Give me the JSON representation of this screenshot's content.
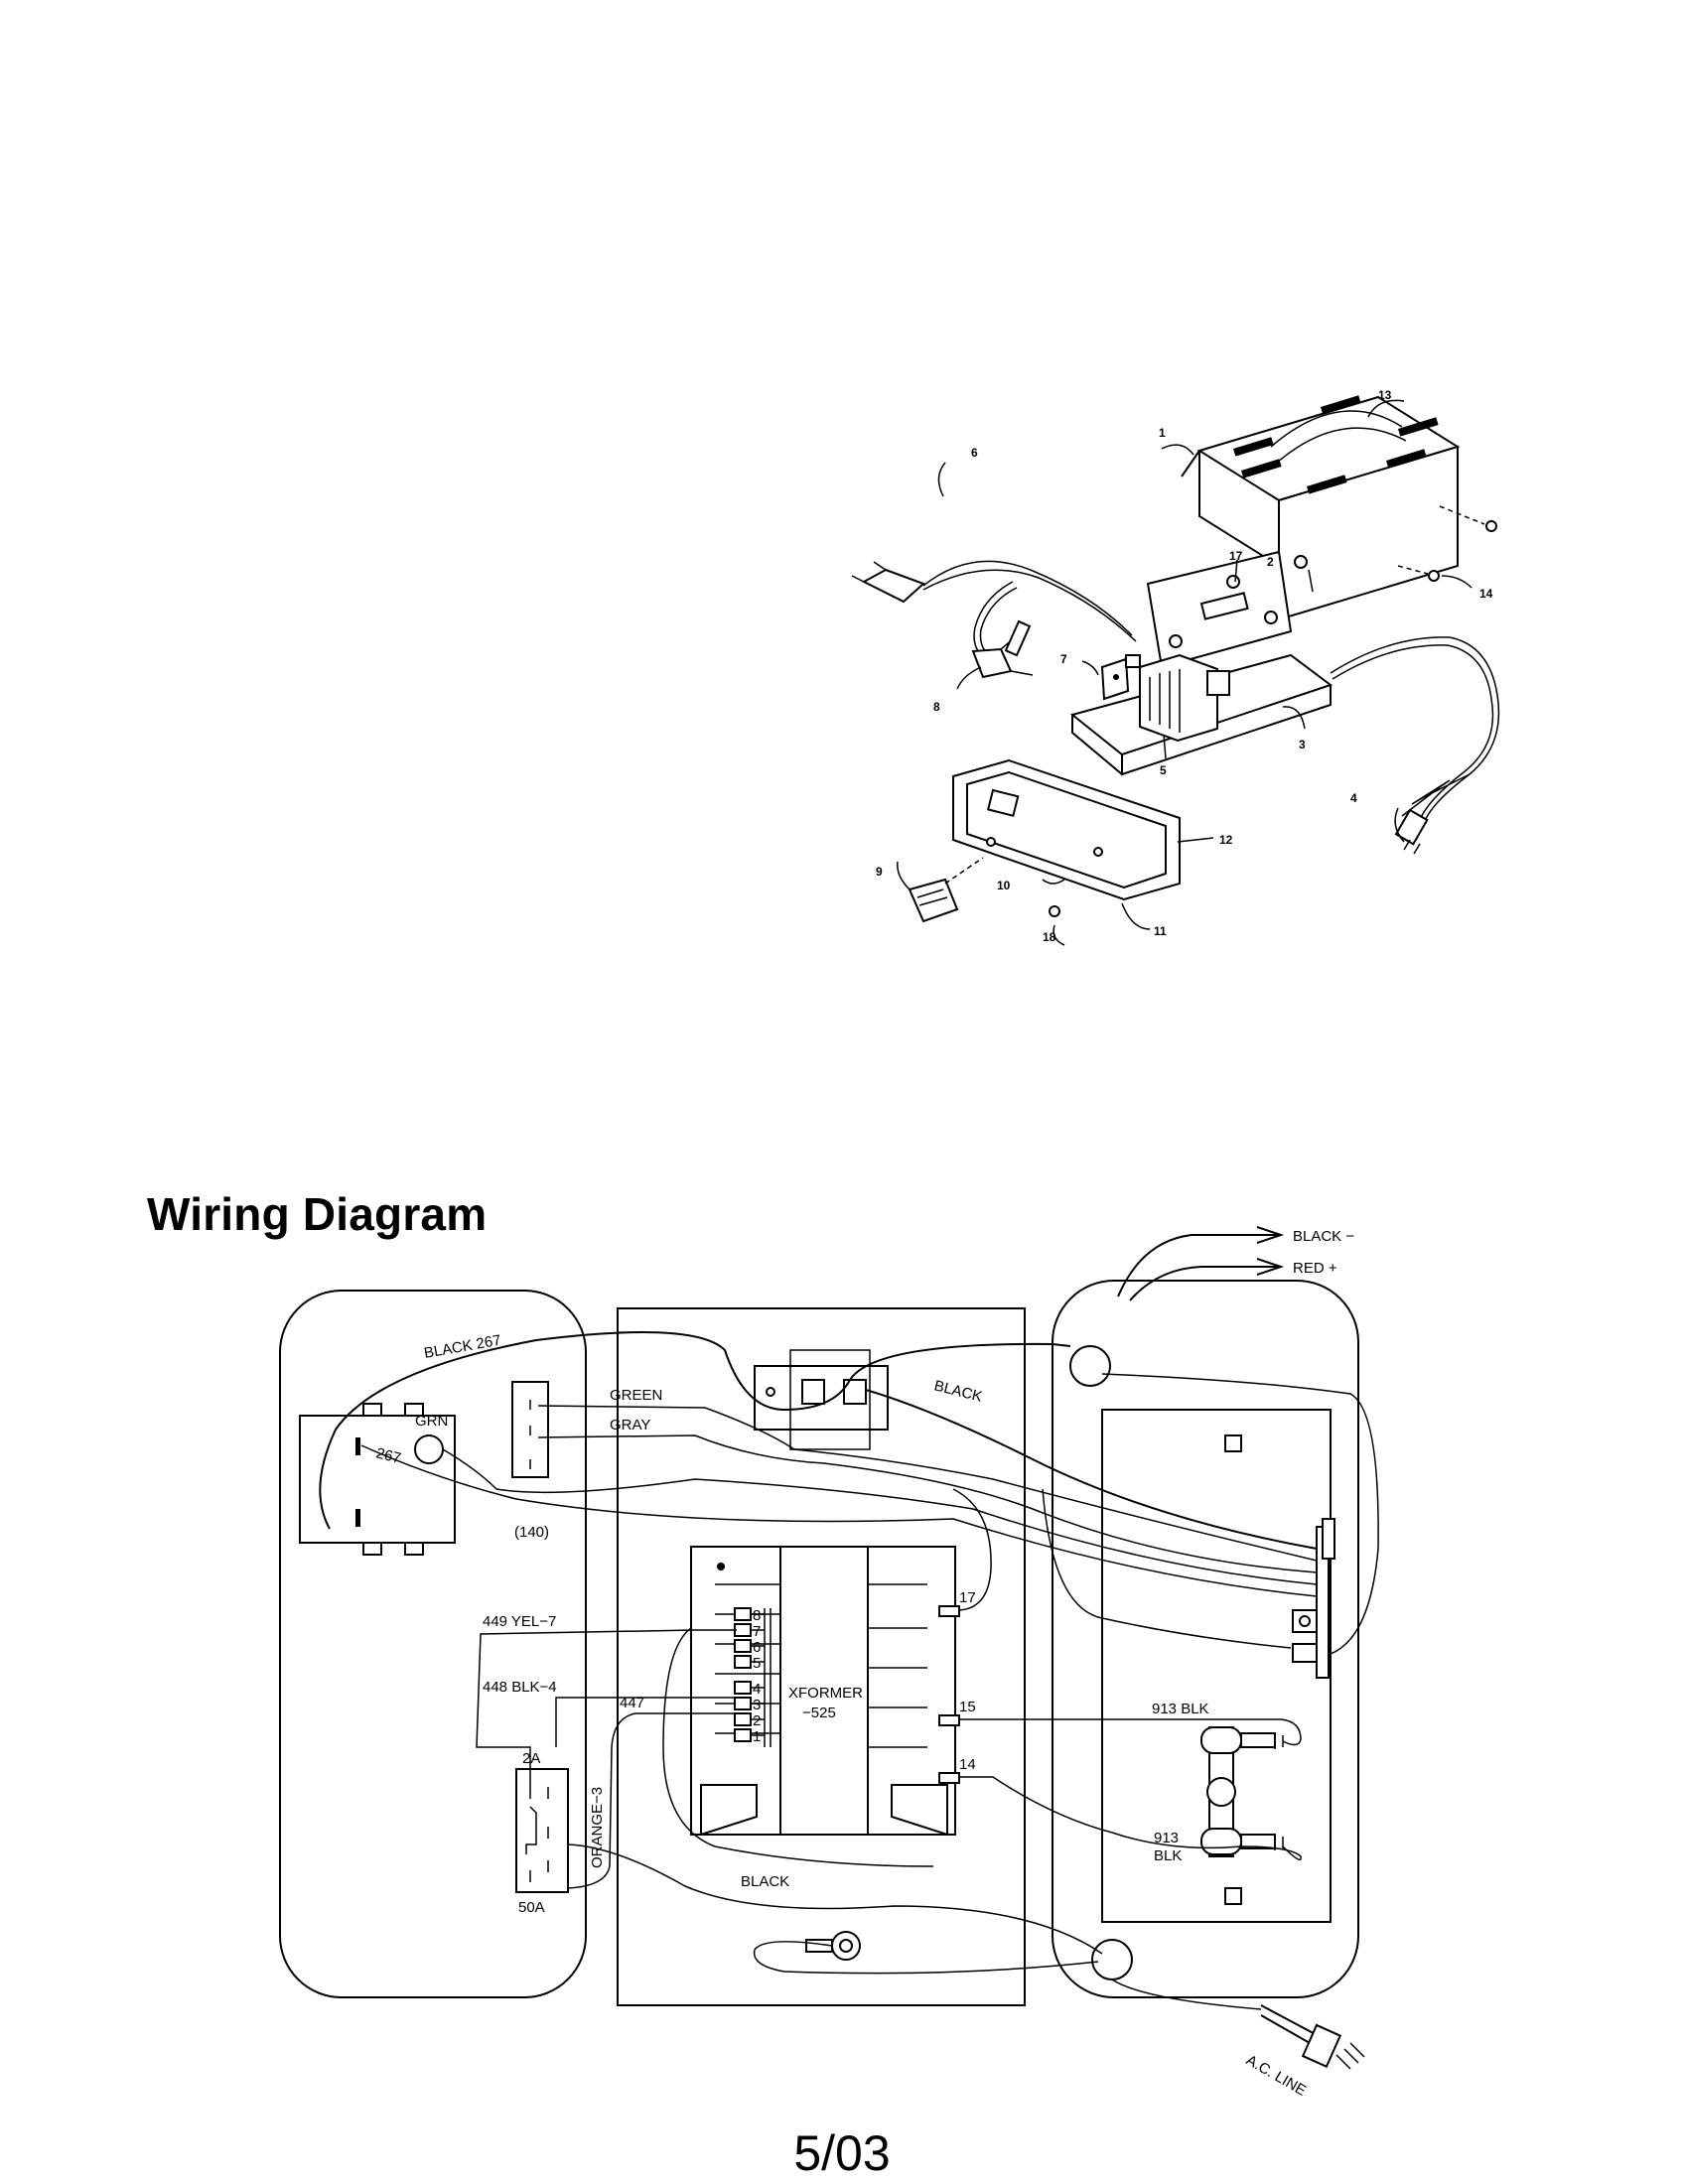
{
  "section_title": "Wiring Diagram",
  "footer_date": "5/03",
  "exploded_view": {
    "part_labels": [
      "1",
      "2",
      "3",
      "4",
      "5",
      "6",
      "7",
      "8",
      "9",
      "10",
      "11",
      "12",
      "13",
      "14",
      "17",
      "18"
    ]
  },
  "wiring": {
    "outputs": {
      "black": "BLACK −",
      "red": "RED +"
    },
    "wires": {
      "black_267": "BLACK  267",
      "green": "GREEN",
      "gray": "GRAY",
      "black_top": "BLACK",
      "black_bottom": "BLACK",
      "grn": "GRN",
      "n267": "267",
      "n140": "(140)",
      "yel7": "449  YEL−7",
      "blk4": "448  BLK−4",
      "n447": "447",
      "orange3": "ORANGE−3",
      "blk913a": "913  BLK",
      "blk913b_1": "913",
      "blk913b_2": "BLK",
      "t17": "17",
      "t15": "15",
      "t14": "14",
      "ac_line": "A.C. LINE"
    },
    "breaker": {
      "top": "2A",
      "bottom": "50A"
    },
    "transformer": {
      "name": "XFORMER",
      "model": "−525",
      "taps": [
        "8",
        "7",
        "6",
        "5",
        "4",
        "3",
        "2",
        "1"
      ]
    }
  }
}
